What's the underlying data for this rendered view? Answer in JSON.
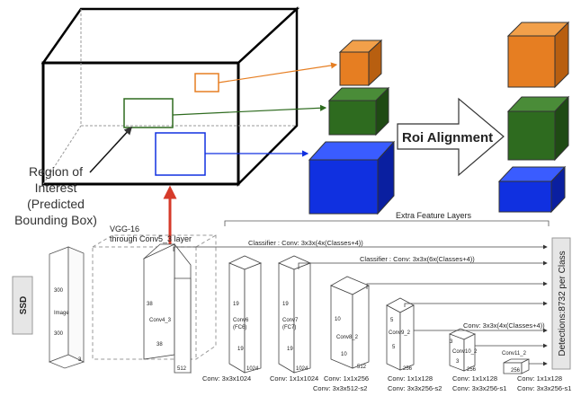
{
  "roi_label": [
    "Region of",
    "Interest",
    "(Predicted",
    "Bounding Box)"
  ],
  "roi_alignment": "Roi Alignment",
  "vgg_label": [
    "VGG-16",
    "through Conv5_3 layer"
  ],
  "extra_layers": "Extra Feature Layers",
  "ssd": "SSD",
  "detections": "Detections:8732  per Class",
  "classifiers": [
    "Classifier : Conv: 3x3x(4x(Classes+4))",
    "Classifier : Conv: 3x3x(6x(Classes+4))",
    "Conv: 3x3x(4x(Classes+4))"
  ],
  "blocks": {
    "image": {
      "name": "Image",
      "d1": "300",
      "d2": "300",
      "d3": "3"
    },
    "conv4": {
      "name": "Conv4_3",
      "d1": "38",
      "d2": "38",
      "d3": "512"
    },
    "conv6": {
      "name": "Conv6",
      "sub": "(FC6)",
      "d1": "19",
      "d2": "19",
      "d3": "1024"
    },
    "conv7": {
      "name": "Conv7",
      "sub": "(FC7)",
      "d1": "19",
      "d2": "19",
      "d3": "1024"
    },
    "conv8": {
      "name": "Conv8_2",
      "d1": "10",
      "d2": "10",
      "d3": "512"
    },
    "conv9": {
      "name": "Conv9_2",
      "d1": "5",
      "d2": "5",
      "d3": "256"
    },
    "conv10": {
      "name": "Conv10_2",
      "d1": "3",
      "d2": "3",
      "d3": "256"
    },
    "conv11": {
      "name": "Conv11_2",
      "d3": "256"
    }
  },
  "bottom_labels": [
    "Conv: 3x3x1024",
    "Conv: 1x1x1024",
    "Conv: 1x1x256",
    "Conv: 3x3x512-s2",
    "Conv: 1x1x128",
    "Conv: 3x3x256-s2",
    "Conv: 1x1x128",
    "Conv: 3x3x256-s1",
    "Conv: 1x1x128",
    "Conv: 3x3x256-s1"
  ],
  "colors": {
    "orange": "#e67e22",
    "green": "#2e6b1f",
    "blue": "#1030e0",
    "arrow_red": "#d63a2a"
  }
}
